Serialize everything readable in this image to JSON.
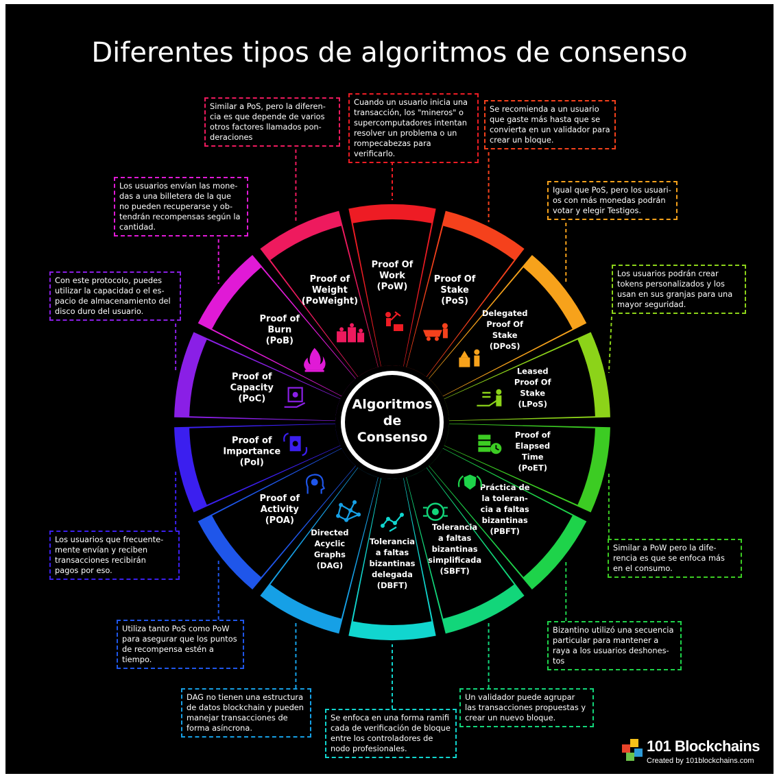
{
  "title": "Diferentes tipos de algoritmos de consenso",
  "center_label": [
    "Algoritmos",
    "de",
    "Consenso"
  ],
  "segments": [
    {
      "label": [
        "Proof Of",
        "Work",
        "(PoW)"
      ],
      "color": "#ee1c24",
      "icon": "miner-icon",
      "description": [
        "Cuando un usuario inicia una",
        "transacción, los \"mineros\" o",
        "supercomputadores intentan",
        "resolver un problema o un",
        "rompecabezas para verificarlo."
      ]
    },
    {
      "label": [
        "Proof Of",
        "Stake",
        "(PoS)"
      ],
      "color": "#f5411c",
      "icon": "minecart-icon",
      "description": [
        "Se recomienda a un usuario",
        "que gaste más hasta que se",
        "convierta en un validador para",
        "crear un bloque."
      ]
    },
    {
      "label": [
        "Delegated",
        "Proof Of",
        "Stake",
        "(DPoS)"
      ],
      "color": "#f7a21b",
      "icon": "delegate-icon",
      "description": [
        "Igual que PoS, pero los usuari-",
        "os con más monedas podrán",
        "votar y elegir Testigos."
      ]
    },
    {
      "label": [
        "Leased",
        "Proof Of",
        "Stake",
        "(LPoS)"
      ],
      "color": "#8cd319",
      "icon": "hand-coins-icon",
      "description": [
        "Los usuarios podrán crear",
        "tokens personalizados y los",
        "usan en sus granjas para una",
        "mayor seguridad."
      ]
    },
    {
      "label": [
        "Proof of",
        "Elapsed",
        "Time",
        "(PoET)"
      ],
      "color": "#3ccc23",
      "icon": "server-clock-icon",
      "description": [
        "Similar a PoW pero la dife-",
        "rencia es que se enfoca más",
        "en el consumo."
      ]
    },
    {
      "label": [
        "Práctica de",
        "la toleran-",
        "cia a faltas",
        "bizantinas",
        "(PBFT)"
      ],
      "color": "#1ed34a",
      "icon": "shield-hands-icon",
      "description": [
        "Bizantino utilizó una secuencia",
        "particular para mantener a",
        "raya a los usuarios deshones-",
        "tos"
      ]
    },
    {
      "label": [
        "Tolerancia",
        "a faltas",
        "bizantinas",
        "simplificada",
        "(SBFT)"
      ],
      "color": "#12d67a",
      "icon": "chip-icon",
      "description": [
        "Un validador puede agrupar",
        "las transacciones propuestas y",
        "crear un nuevo bloque."
      ]
    },
    {
      "label": [
        "Tolerancia",
        "a faltas",
        "bizantinas",
        "delegada",
        "(DBFT)"
      ],
      "color": "#11d6cf",
      "icon": "hand-graph-icon",
      "description": [
        "Se enfoca en una forma ramifi",
        "cada de verificación de bloque",
        "entre los controladores de",
        "nodo profesionales."
      ]
    },
    {
      "label": [
        "Directed",
        "Acyclic",
        "Graphs",
        "(DAG)"
      ],
      "color": "#16a0e6",
      "icon": "network-icon",
      "description": [
        "DAG no tienen una estructura",
        "de datos blockchain y pueden",
        "manejar transacciones de",
        "forma asíncrona."
      ]
    },
    {
      "label": [
        "Proof of",
        "Activity",
        "(POA)"
      ],
      "color": "#1f56ea",
      "icon": "head-gear-icon",
      "description": [
        "Utiliza tanto PoS como PoW",
        "para asegurar que los puntos",
        "de recompensa estén a tiempo."
      ]
    },
    {
      "label": [
        "Proof of",
        "Importance",
        "(PoI)"
      ],
      "color": "#3b1fef",
      "icon": "money-cycle-icon",
      "description": [
        "Los usuarios que frecuente-",
        "mente envían y reciben",
        "transacciones recibirán",
        "pagos por eso."
      ]
    },
    {
      "label": [
        "Proof of",
        "Capacity",
        "(PoC)"
      ],
      "color": "#8a1fe6",
      "icon": "hand-safe-icon",
      "description": [
        "Con este protocolo, puedes",
        "utilizar la capacidad o el es-",
        "pacio de almacenamiento del",
        "disco duro del usuario."
      ]
    },
    {
      "label": [
        "Proof of",
        "Burn",
        "(PoB)"
      ],
      "color": "#e01ad6",
      "icon": "fire-icon",
      "description": [
        "Los usuarios envían las mone-",
        "das a una billetera de la que",
        "no pueden recuperarse y ob-",
        "tendrán recompensas según la",
        "cantidad."
      ]
    },
    {
      "label": [
        "Proof of",
        "Weight",
        "(PoWeight)"
      ],
      "color": "#ee1a5e",
      "icon": "weights-icon",
      "description": [
        "Similar a PoS, pero la diferen-",
        "cia es que depende de varios",
        "otros factores llamados pon-",
        "deraciones"
      ]
    }
  ],
  "logo": {
    "brand": "101 Blockchains",
    "credit": "Created by 101blockchains.com"
  }
}
